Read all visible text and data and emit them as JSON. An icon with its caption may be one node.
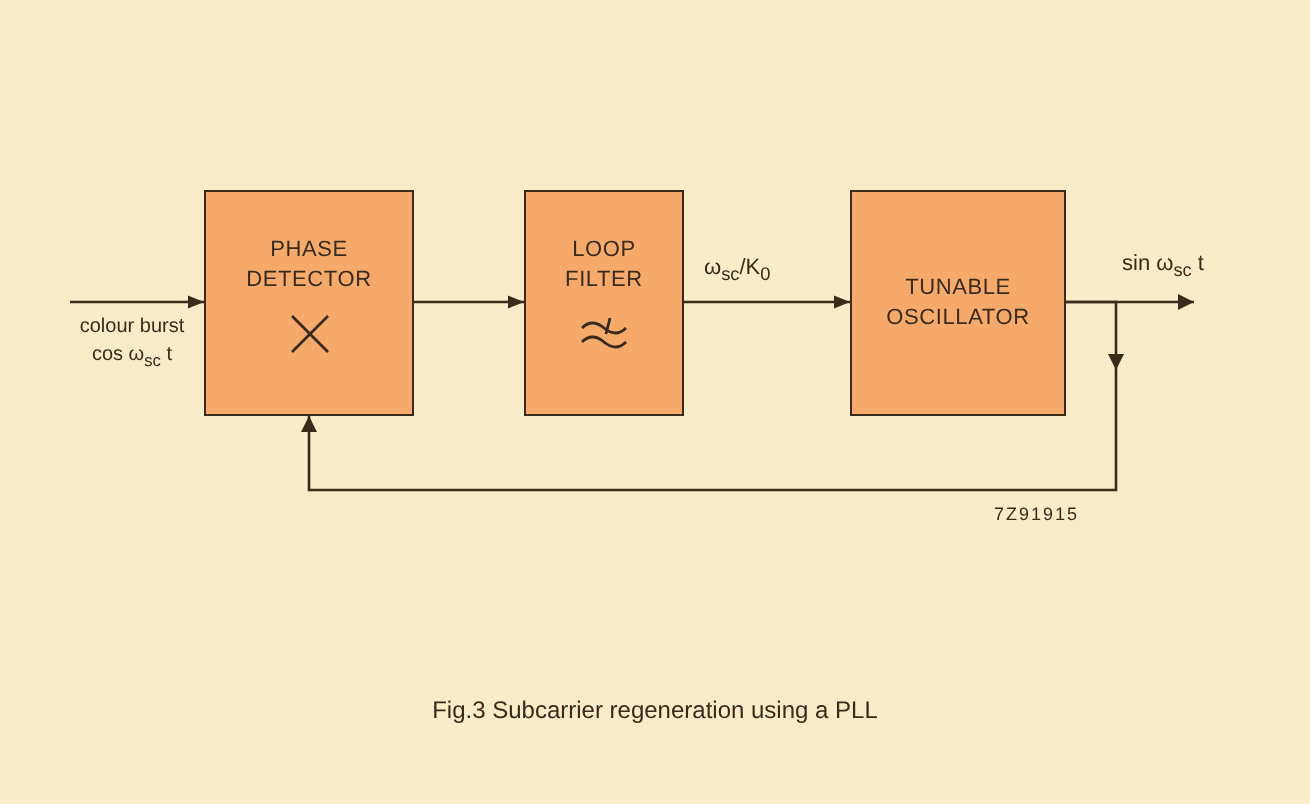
{
  "diagram": {
    "caption": "Fig.3 Subcarrier regeneration using a PLL",
    "nodes": [
      {
        "text": [
          "PHASE DETECTOR"
        ]
      },
      {
        "text": [
          "LOOP FILTER"
        ]
      },
      {
        "text": [
          "TUNABLE OSCILLATOR"
        ]
      }
    ],
    "edges": [
      {
        "from": null,
        "to": 0,
        "arrow": "to",
        "label": "colour burst cos ω$_{sc}$ t"
      },
      {
        "from": 0,
        "to": 1,
        "arrow": "to"
      },
      {
        "from": 1,
        "to": 2,
        "arrow": "to",
        "label": "ω$_{sc}$/K$_{0}$"
      },
      {
        "from": 2,
        "to": null,
        "arrow": "to",
        "label": "sin ω$_{sc}$ t"
      },
      {
        "from": 2,
        "to": 0,
        "arrow": "to"
      }
    ],
    "labels": [
      "7Z91915"
    ]
  }
}
